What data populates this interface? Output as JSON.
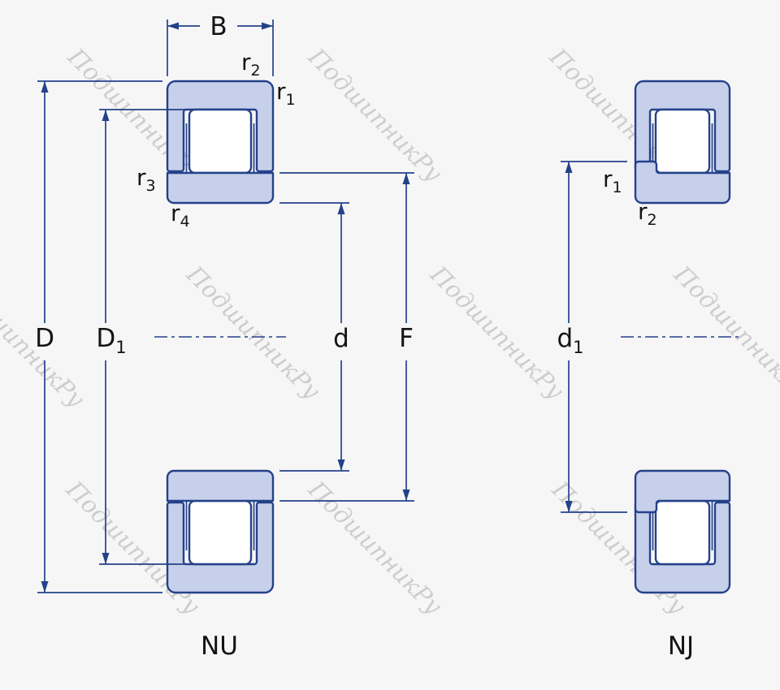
{
  "watermark": {
    "text": "ПодшипникРу"
  },
  "nu": {
    "caption": "NU",
    "dims": {
      "B": "B",
      "D": "D",
      "d": "d",
      "F": "F",
      "D1": {
        "base": "D",
        "sub": "1"
      },
      "r1": {
        "base": "r",
        "sub": "1"
      },
      "r2": {
        "base": "r",
        "sub": "2"
      },
      "r3": {
        "base": "r",
        "sub": "3"
      },
      "r4": {
        "base": "r",
        "sub": "4"
      }
    }
  },
  "nj": {
    "caption": "NJ",
    "dims": {
      "d1": {
        "base": "d",
        "sub": "1"
      },
      "r1": {
        "base": "r",
        "sub": "1"
      },
      "r2": {
        "base": "r",
        "sub": "2"
      }
    }
  },
  "colors": {
    "background": "#f6f6f6",
    "bearing_fill": "#c6d0ea",
    "line_color": "#24418a",
    "label_color": "#141414",
    "watermark_color": "#c7c7c7"
  }
}
